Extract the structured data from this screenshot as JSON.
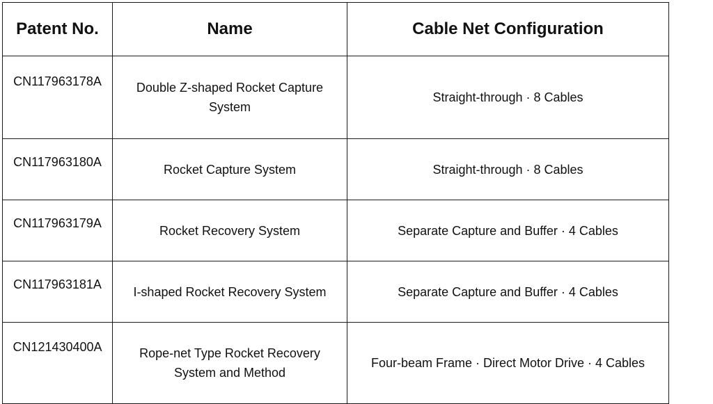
{
  "table": {
    "headers": [
      "Patent No.",
      "Name",
      "Cable Net Configuration"
    ],
    "rows": [
      {
        "patent": "CN117963178A",
        "name": "Double Z-shaped Rocket Capture System",
        "config": "Straight-through · 8 Cables"
      },
      {
        "patent": "CN117963180A",
        "name": "Rocket Capture System",
        "config": "Straight-through · 8 Cables"
      },
      {
        "patent": "CN117963179A",
        "name": "Rocket Recovery System",
        "config": "Separate Capture and Buffer · 4 Cables"
      },
      {
        "patent": "CN117963181A",
        "name": "I-shaped Rocket Recovery System",
        "config": "Separate Capture and Buffer · 4 Cables"
      },
      {
        "patent": "CN121430400A",
        "name": "Rope-net Type Rocket Recovery System and Method",
        "config": "Four-beam Frame · Direct Motor Drive · 4 Cables"
      }
    ]
  }
}
